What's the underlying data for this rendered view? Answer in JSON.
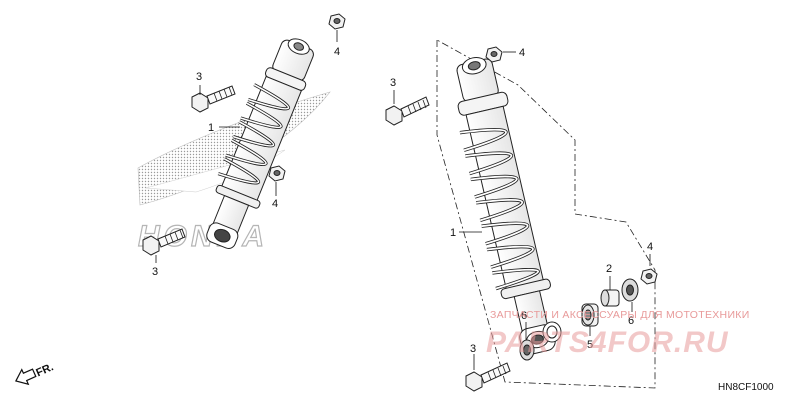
{
  "diagram": {
    "code": "HN8CF1000",
    "direction_label": "FR.",
    "brand_logo_text": "HONDA",
    "watermark": {
      "caption": "ЗАПЧАСТИ И АКСЕССУАРЫ ДЛЯ МОТОТЕХНИКИ",
      "main": "PARTS4FOR.RU"
    },
    "callouts": [
      {
        "id": "c3a",
        "text": "3"
      },
      {
        "id": "c4a",
        "text": "4"
      },
      {
        "id": "c1a",
        "text": "1"
      },
      {
        "id": "c4b",
        "text": "4"
      },
      {
        "id": "c3b",
        "text": "3"
      },
      {
        "id": "c3c",
        "text": "3"
      },
      {
        "id": "c4c",
        "text": "4"
      },
      {
        "id": "c1b",
        "text": "1"
      },
      {
        "id": "c4d",
        "text": "4"
      },
      {
        "id": "c2",
        "text": "2"
      },
      {
        "id": "c6a",
        "text": "6"
      },
      {
        "id": "c6b",
        "text": "6"
      },
      {
        "id": "c5",
        "text": "5"
      },
      {
        "id": "c3d",
        "text": "3"
      }
    ]
  }
}
